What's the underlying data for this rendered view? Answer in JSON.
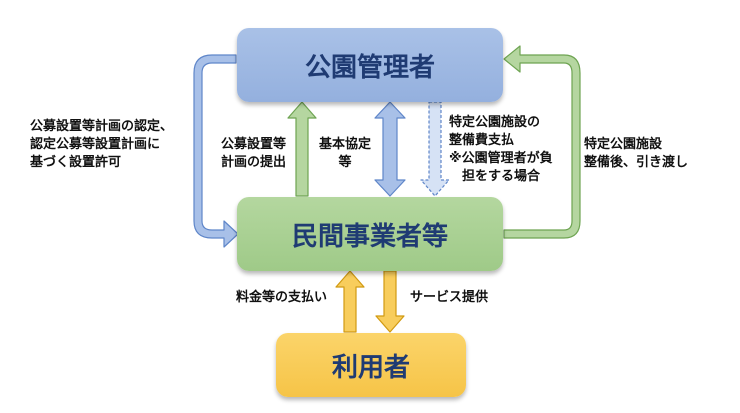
{
  "colors": {
    "blue_box": "#9fb8e3",
    "green_box": "#a6cf90",
    "yellow_box": "#f8c94f",
    "blue_arrow": "#a8c0e8",
    "green_arrow": "#b5d6a0",
    "yellow_arrow": "#f8cd5c",
    "text": "#1f3b73"
  },
  "nodes": {
    "park_admin": "公園管理者",
    "private_operator": "民間事業者等",
    "user": "利用者"
  },
  "edges": {
    "permit": "公募設置等計画の認定、\n認定公募等設置計画に\n基づく設置許可",
    "plan_submission": "公募設置等\n計画の提出",
    "basic_agreement": "基本協定\n等",
    "facility_cost_payment": "特定公園施設の\n整備費支払\n※公園管理者が負\n　担をする場合",
    "handover": "特定公園施設\n整備後、引き渡し",
    "fee_payment": "料金等の支払い",
    "service_provision": "サービス提供"
  }
}
